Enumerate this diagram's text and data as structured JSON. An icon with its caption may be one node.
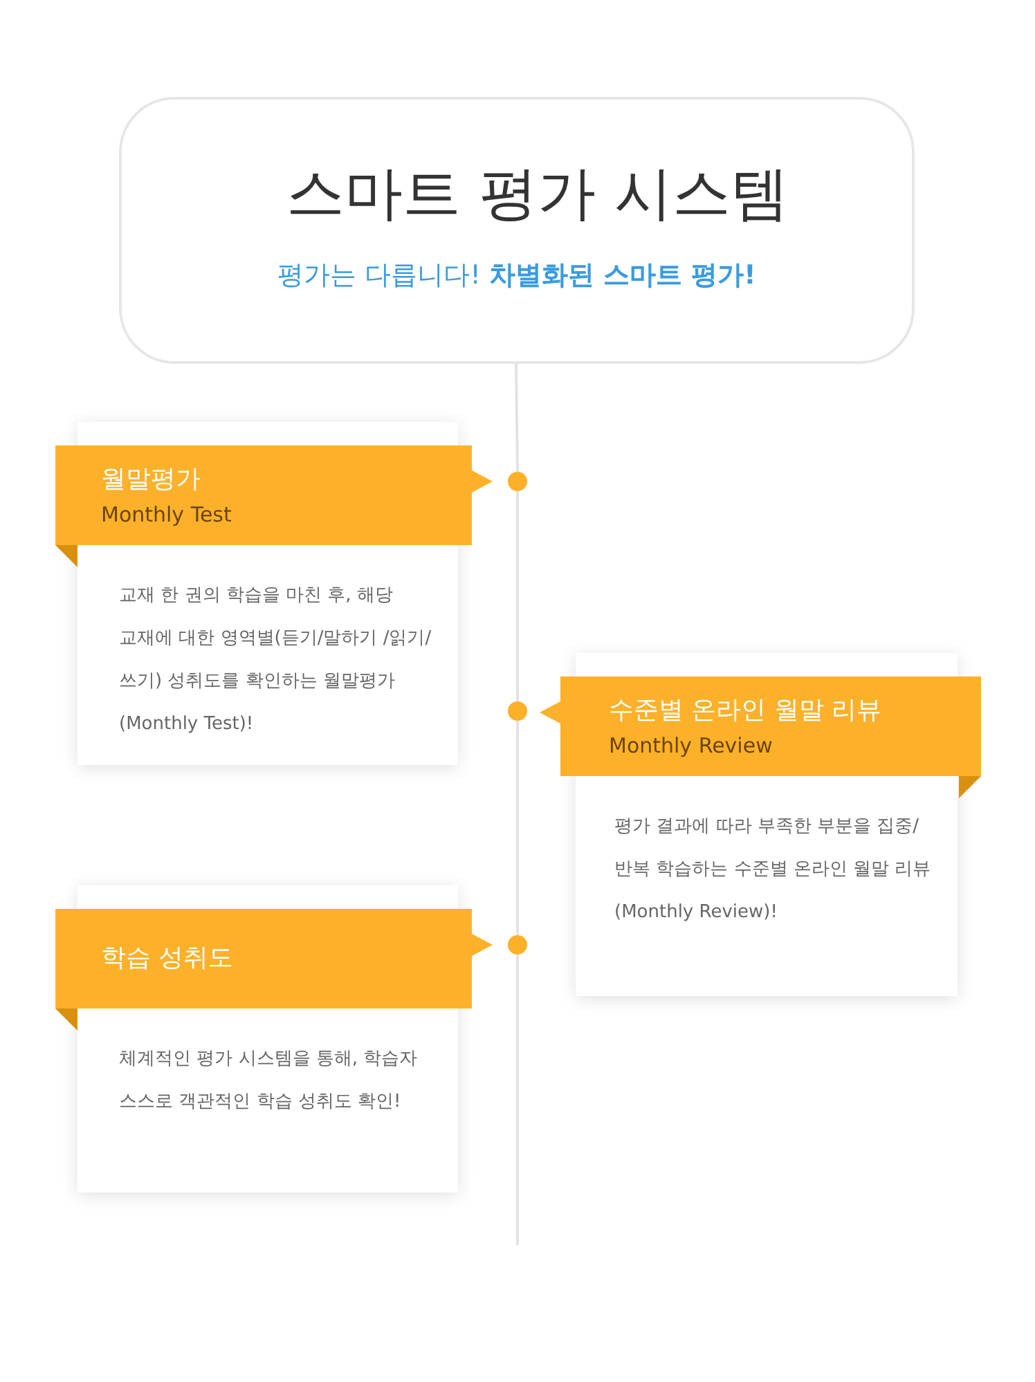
{
  "diagram": {
    "nodes": [
      {
        "text": [
          "스마트 평가 시스템",
          "평가는 다릅니다! **차별화된 스마트 평가!**"
        ]
      },
      {
        "text": [
          "월말평가",
          "Monthly Test"
        ]
      },
      {
        "text": [
          "교재 한 권의 학습을 마친 후, 해당 교재에 대한 영역별(듣기/말하기 /읽기/쓰기) 성취도를 확인하는 월말평가(Monthly Test)!"
        ]
      },
      {
        "text": [
          "수준별 온라인 월말 리뷰",
          "Monthly Review"
        ]
      },
      {
        "text": [
          "평가 결과에 따라 부족한 부분을 집중/반복 학습하는 수준별 온라인 월말 리뷰 (Monthly Review)!"
        ]
      },
      {
        "text": [
          "학습 성취도"
        ]
      },
      {
        "text": [
          "체계적인 평가 시스템을 통해, 학습자 스스로 객관적인 학습 성취도 확인!"
        ]
      },
      {
        "text": [],
        "shape": "circle"
      },
      {
        "text": [],
        "shape": "circle"
      },
      {
        "text": [],
        "shape": "circle"
      }
    ],
    "edges": [
      {
        "from": 0,
        "to": 7,
        "arrow": "none"
      },
      {
        "from": 7,
        "to": 8,
        "arrow": "none"
      },
      {
        "from": 8,
        "to": 9,
        "arrow": "none"
      },
      {
        "from": 9,
        "to": null,
        "arrow": "none"
      }
    ]
  }
}
